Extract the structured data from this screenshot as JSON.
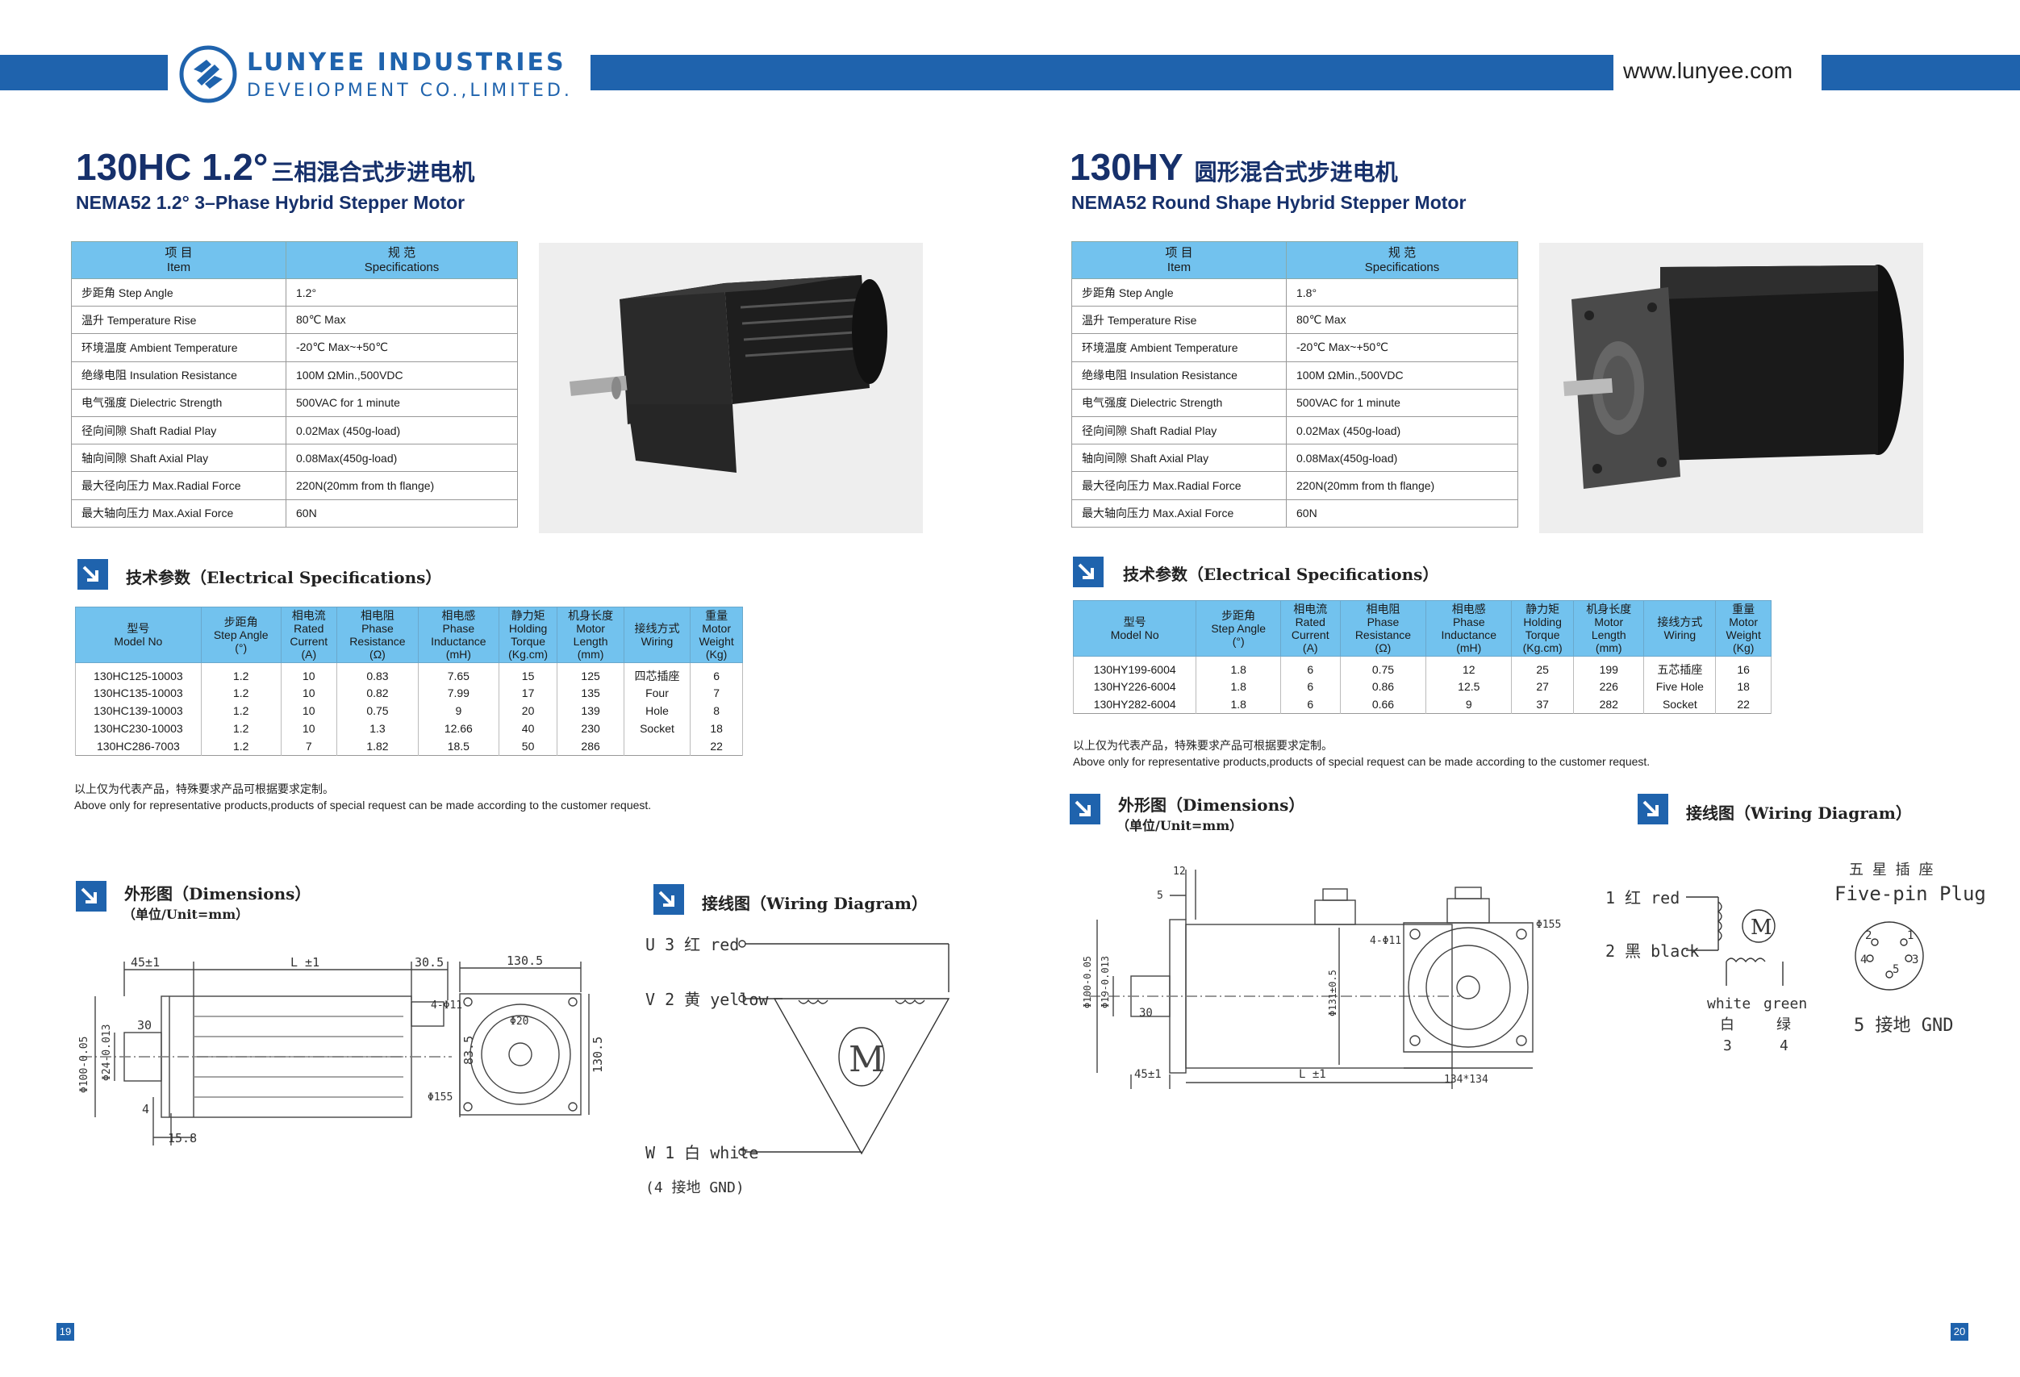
{
  "header": {
    "brand": "LUNYEE INDUSTRIES",
    "brand_sub": "DEVEIOPMENT CO.,LIMITED.",
    "website": "www.lunyee.com"
  },
  "left": {
    "title_en": "130HC 1.2°",
    "title_cn": "三相混合式步进电机",
    "subtitle": "NEMA52 1.2°   3–Phase Hybrid Stepper Motor",
    "spec_header": {
      "item_cn": "项 目",
      "item_en": "Item",
      "spec_cn": "规 范",
      "spec_en": "Specifications"
    },
    "specs": [
      {
        "item": "步距角  Step Angle",
        "value": "1.2°"
      },
      {
        "item": "温升 Temperature Rise",
        "value": "80℃ Max"
      },
      {
        "item": "环境温度  Ambient Temperature",
        "value": "-20℃ Max~+50℃"
      },
      {
        "item": "绝缘电阻  Insulation Resistance",
        "value": "100M ΩMin.,500VDC"
      },
      {
        "item": "电气强度  Dielectric Strength",
        "value": "500VAC for 1 minute"
      },
      {
        "item": "径向间隙  Shaft Radial Play",
        "value": "0.02Max (450g-load)"
      },
      {
        "item": "轴向间隙  Shaft Axial Play",
        "value": "0.08Max(450g-load)"
      },
      {
        "item": "最大径向压力  Max.Radial Force",
        "value": "220N(20mm from th flange)"
      },
      {
        "item": "最大轴向压力  Max.Axial Force",
        "value": "60N"
      }
    ],
    "elec_title": "技术参数（Electrical Specifications）",
    "elec_headers": [
      [
        "型号",
        "Model No"
      ],
      [
        "步距角",
        "Step Angle",
        "(°)"
      ],
      [
        "相电流",
        "Rated",
        "Current",
        "(A)"
      ],
      [
        "相电阻",
        "Phase",
        "Resistance",
        "(Ω)"
      ],
      [
        "相电感",
        "Phase",
        "Inductance",
        "(mH)"
      ],
      [
        "静力矩",
        "Holding",
        "Torque",
        "(Kg.cm)"
      ],
      [
        "机身长度",
        "Motor",
        "Length",
        "(mm)"
      ],
      [
        "接线方式",
        "Wiring"
      ],
      [
        "重量",
        "Motor",
        "Weight",
        "(Kg)"
      ]
    ],
    "elec_rows": [
      [
        "130HC125-10003",
        "1.2",
        "10",
        "0.83",
        "7.65",
        "15",
        "125",
        "四芯插座",
        "6"
      ],
      [
        "130HC135-10003",
        "1.2",
        "10",
        "0.82",
        "7.99",
        "17",
        "135",
        "Four",
        "7"
      ],
      [
        "130HC139-10003",
        "1.2",
        "10",
        "0.75",
        "9",
        "20",
        "139",
        "Hole",
        "8"
      ],
      [
        "130HC230-10003",
        "1.2",
        "10",
        "1.3",
        "12.66",
        "40",
        "230",
        "Socket",
        "18"
      ],
      [
        "130HC286-7003",
        "1.2",
        "7",
        "1.82",
        "18.5",
        "50",
        "286",
        "",
        "22"
      ]
    ],
    "note_cn": "以上仅为代表产品，特殊要求产品可根据要求定制。",
    "note_en": "Above only for representative products,products of special request can be made according to the customer request.",
    "dim_title": "外形图（Dimensions）",
    "dim_unit": "（单位/Unit=mm）",
    "wiring_title": "接线图（Wiring Diagram）",
    "dim_labels": {
      "d45": "45±1",
      "dL": "L ±1",
      "d305": "30.5",
      "d30": "30",
      "d835": "83.5",
      "d4": "4",
      "d158": "15.8",
      "phi100": "Φ100-0.05",
      "phi24": "Φ24-0.013",
      "d1305a": "130.5",
      "d1305b": "130.5",
      "holes": "4-Φ11",
      "phi155": "Φ155",
      "phi20": "Φ20"
    },
    "wiring": {
      "u": "U 3 红 red",
      "v": "V 2 黄 yellow",
      "w": "W 1 白 white",
      "gnd": "(4 接地 GND)",
      "motor": "M"
    },
    "page": "19"
  },
  "right": {
    "title_en": "130HY",
    "title_cn": "圆形混合式步进电机",
    "subtitle": "NEMA52 Round Shape Hybrid Stepper Motor",
    "spec_header": {
      "item_cn": "项 目",
      "item_en": "Item",
      "spec_cn": "规 范",
      "spec_en": "Specifications"
    },
    "specs": [
      {
        "item": "步距角  Step Angle",
        "value": "1.8°"
      },
      {
        "item": "温升 Temperature Rise",
        "value": "80℃ Max"
      },
      {
        "item": "环境温度  Ambient Temperature",
        "value": "-20℃ Max~+50℃"
      },
      {
        "item": "绝缘电阻  Insulation Resistance",
        "value": "100M ΩMin.,500VDC"
      },
      {
        "item": "电气强度  Dielectric Strength",
        "value": "500VAC for 1 minute"
      },
      {
        "item": "径向间隙  Shaft Radial Play",
        "value": "0.02Max (450g-load)"
      },
      {
        "item": "轴向间隙  Shaft Axial Play",
        "value": "0.08Max(450g-load)"
      },
      {
        "item": "最大径向压力 Max.Radial Force",
        "value": "220N(20mm from th flange)"
      },
      {
        "item": "最大轴向压力 Max.Axial Force",
        "value": "60N"
      }
    ],
    "elec_title": "技术参数（Electrical Specifications）",
    "elec_headers": [
      [
        "型号",
        "Model No"
      ],
      [
        "步距角",
        "Step Angle",
        "(°)"
      ],
      [
        "相电流",
        "Rated",
        "Current",
        "(A)"
      ],
      [
        "相电阻",
        "Phase",
        "Resistance",
        "(Ω)"
      ],
      [
        "相电感",
        "Phase",
        "Inductance",
        "(mH)"
      ],
      [
        "静力矩",
        "Holding",
        "Torque",
        "(Kg.cm)"
      ],
      [
        "机身长度",
        "Motor",
        "Length",
        "(mm)"
      ],
      [
        "接线方式",
        "Wiring"
      ],
      [
        "重量",
        "Motor",
        "Weight",
        "(Kg)"
      ]
    ],
    "elec_rows": [
      [
        "130HY199-6004",
        "1.8",
        "6",
        "0.75",
        "12",
        "25",
        "199",
        "五芯插座",
        "16"
      ],
      [
        "130HY226-6004",
        "1.8",
        "6",
        "0.86",
        "12.5",
        "27",
        "226",
        "Five Hole",
        "18"
      ],
      [
        "130HY282-6004",
        "1.8",
        "6",
        "0.66",
        "9",
        "37",
        "282",
        "Socket",
        "22"
      ]
    ],
    "note_cn": "以上仅为代表产品，特殊要求产品可根据要求定制。",
    "note_en": "Above only for representative products,products of special request can be made according to the customer request.",
    "dim_title": "外形图（Dimensions）",
    "dim_unit": "（单位/Unit=mm）",
    "wiring_title": "接线图（Wiring Diagram）",
    "dim_labels": {
      "d12": "12",
      "d5": "5",
      "d30": "30",
      "d45": "45±1",
      "dL": "L ±1",
      "phi100": "Φ100-0.05",
      "phi19": "Φ19-0.013",
      "phi131": "Φ131±0.5",
      "holes": "4-Φ11",
      "phi155": "Φ155",
      "d134": "134*134"
    },
    "wiring": {
      "red": "1 红 red",
      "black": "2 黑 black",
      "white": "white",
      "green": "green",
      "white_cn": "白",
      "green_cn": "绿",
      "n3": "3",
      "n4": "4",
      "motor": "M",
      "plug_cn": "五 星 插 座",
      "plug_en": "Five-pin Plug",
      "gnd": "5 接地 GND",
      "p1": "1",
      "p2": "2",
      "p3": "3",
      "p4": "4",
      "p5": "5"
    },
    "page": "20"
  }
}
